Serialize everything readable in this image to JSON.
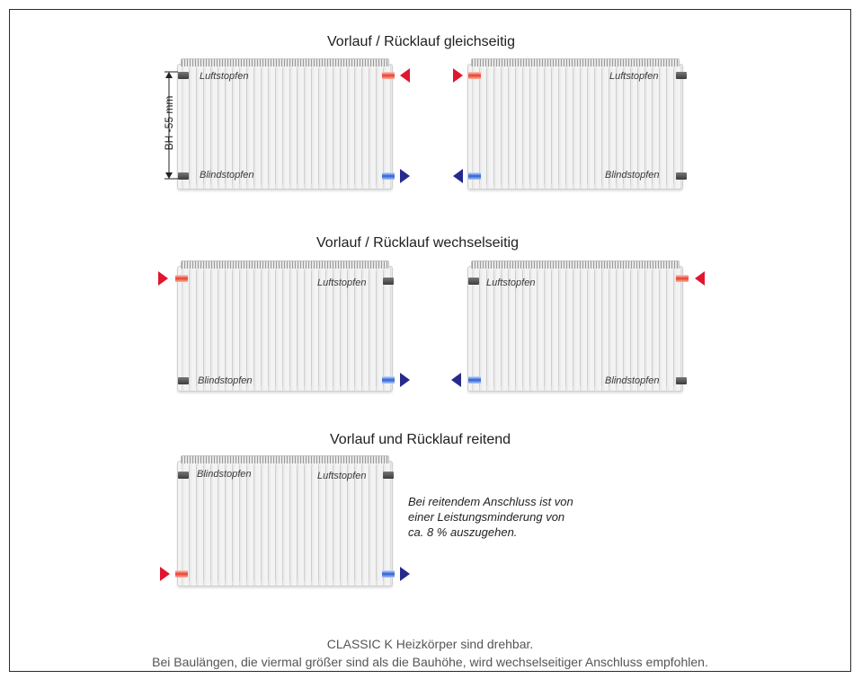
{
  "titles": {
    "same_side": "Vorlauf / Rücklauf gleichseitig",
    "alternating": "Vorlauf / Rücklauf wechselseitig",
    "riding": "Vorlauf und Rücklauf reitend"
  },
  "labels": {
    "air_plug": "Luftstopfen",
    "blind_plug": "Blindstopfen"
  },
  "dimension_label": "BH  -55 mm",
  "note": {
    "line1": "Bei reitendem Anschluss ist von",
    "line2": "einer Leistungsminderung von",
    "line3": "ca. 8 % auszugehen."
  },
  "footer": {
    "line1": "CLASSIC K  Heizkörper sind drehbar.",
    "line2": "Bei Baulängen, die viermal größer sind als die Bauhöhe,  wird wechselseitiger Anschluss empfohlen."
  },
  "colors": {
    "flow": "#e0162e",
    "return": "#262a8c",
    "frame": "#2b2b2b"
  }
}
